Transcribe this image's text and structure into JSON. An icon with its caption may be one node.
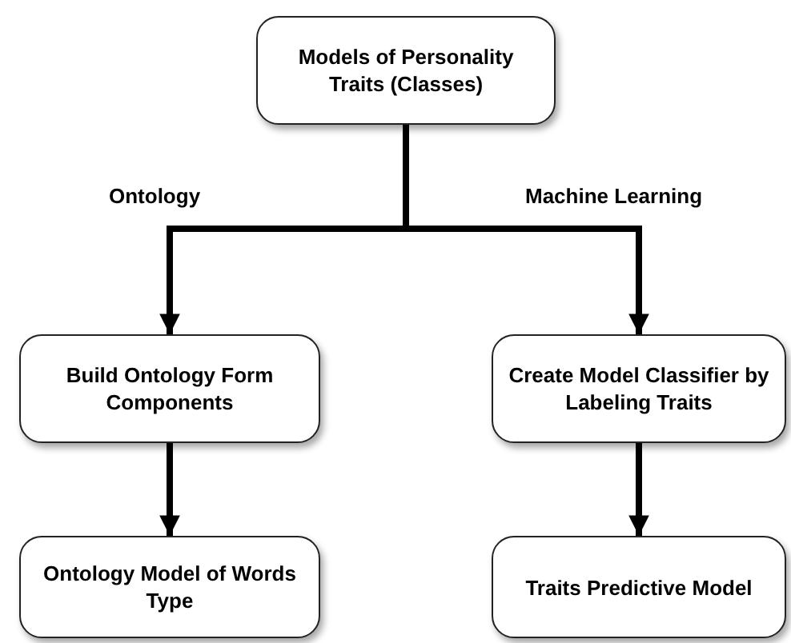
{
  "diagram": {
    "nodes": [
      {
        "text": [
          "Models of Personality Traits (Classes)"
        ]
      },
      {
        "text": [
          "Build Ontology Form Components"
        ]
      },
      {
        "text": [
          "Create Model Classifier by Labeling Traits"
        ]
      },
      {
        "text": [
          "Ontology Model of Words Type"
        ]
      },
      {
        "text": [
          "Traits Predictive Model"
        ]
      }
    ],
    "edges": [
      {
        "from": 0,
        "to": 1,
        "arrow": "to",
        "label": "Ontology"
      },
      {
        "from": 0,
        "to": 2,
        "arrow": "to",
        "label": "Machine Learning"
      },
      {
        "from": 1,
        "to": 3,
        "arrow": "to"
      },
      {
        "from": 2,
        "to": 4,
        "arrow": "to"
      }
    ]
  }
}
